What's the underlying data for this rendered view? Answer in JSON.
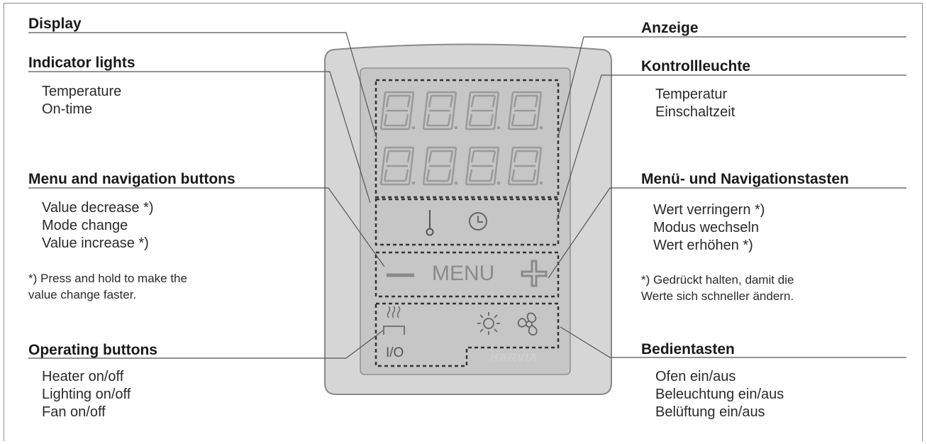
{
  "left": {
    "display": {
      "heading": "Display"
    },
    "indicator": {
      "heading": "Indicator lights",
      "items": [
        "Temperature",
        "On-time"
      ]
    },
    "menu_nav": {
      "heading": "Menu and navigation buttons",
      "items": [
        "Value decrease *)",
        "Mode change",
        "Value increase *)"
      ],
      "note": [
        "*) Press and hold to make the",
        "value change faster."
      ]
    },
    "operating": {
      "heading": "Operating buttons",
      "items": [
        "Heater on/off",
        "Lighting on/off",
        "Fan on/off"
      ]
    }
  },
  "right": {
    "display": {
      "heading": "Anzeige"
    },
    "indicator": {
      "heading": "Kontrollleuchte",
      "items": [
        "Temperatur",
        "Einschaltzeit"
      ]
    },
    "menu_nav": {
      "heading": "Menü- und Navigationstasten",
      "items": [
        "Wert verringern *)",
        "Modus wechseln",
        "Wert erhöhen *)"
      ],
      "note": [
        "*) Gedrückt halten, damit die",
        "Werte sich schneller ändern."
      ]
    },
    "operating": {
      "heading": "Bedientasten",
      "items": [
        "Ofen ein/aus",
        "Beleuchtung ein/aus",
        "Belüftung ein/aus"
      ]
    }
  },
  "panel": {
    "menu_label": "MENU",
    "heater_label": "I/O",
    "brand": "HARVIA"
  },
  "colors": {
    "outer_bezel": "#d6d6d6",
    "inner_panel": "#c4c4c4",
    "segment": "#9a9a9a",
    "line": "#555555"
  }
}
